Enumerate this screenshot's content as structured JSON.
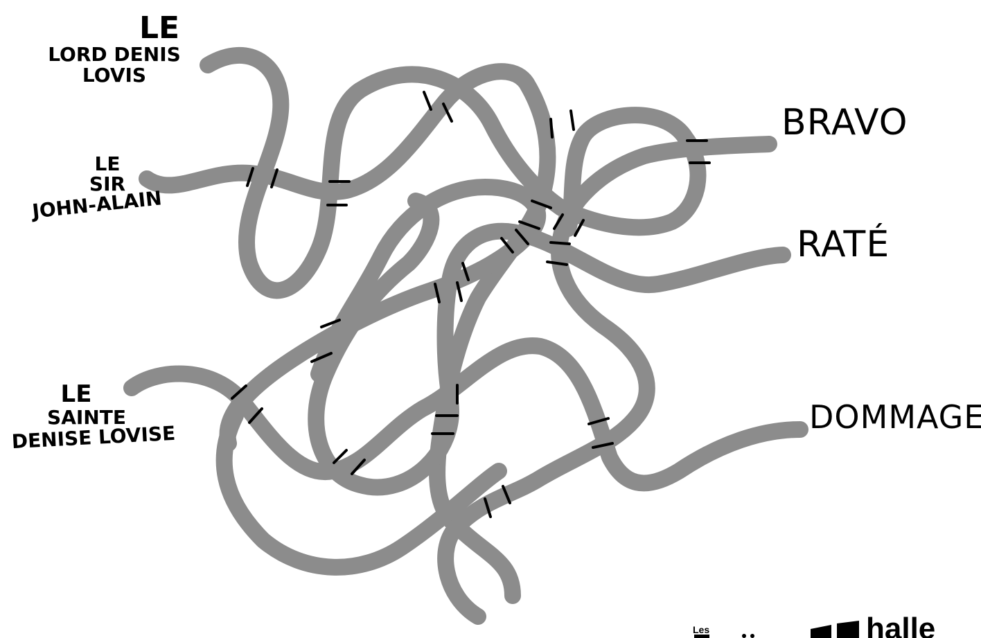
{
  "players": [
    {
      "id": "lord",
      "lines": [
        "LE",
        "LORD DENIS",
        "LOVIS"
      ]
    },
    {
      "id": "sir",
      "lines": [
        "LE",
        "SIR",
        "JOHN-ALAIN"
      ]
    },
    {
      "id": "sainte",
      "lines": [
        "LE",
        "SAINTE",
        "DENISE LOVISE"
      ]
    }
  ],
  "outcomes": [
    "BRAVO",
    "RATÉ",
    "DOMMAGE"
  ],
  "colors": {
    "tube": "#8c8c8c",
    "ink": "#000000",
    "background": "#ffffff"
  },
  "logo": {
    "label": "Les ... halle"
  }
}
